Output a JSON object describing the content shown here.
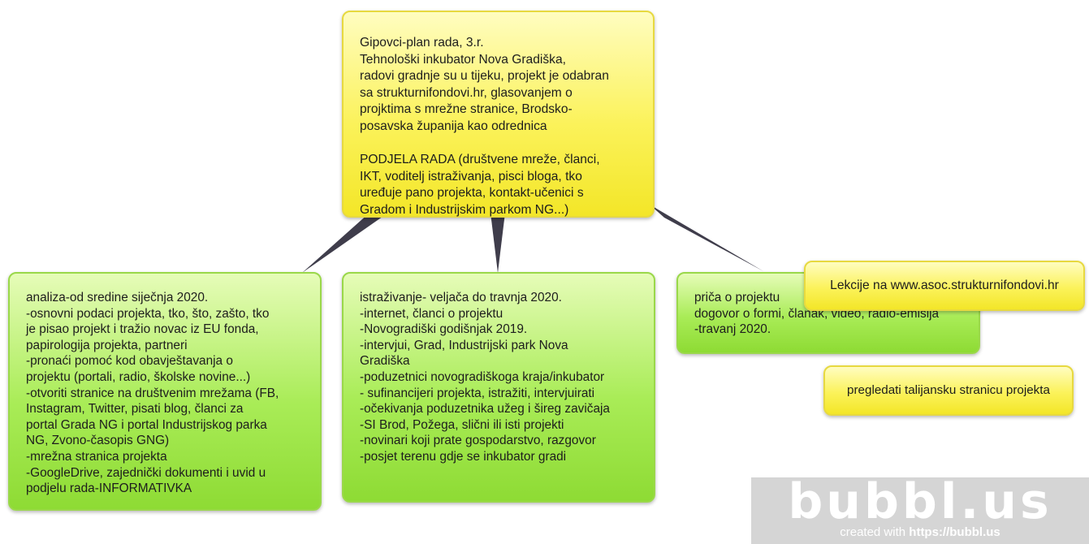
{
  "mindmap": {
    "central": "Gipovci-plan rada, 3.r.\nTehnološki inkubator Nova Gradiška,\nradovi gradnje su u tijeku, projekt je odabran\nsa strukturnifondovi.hr, glasovanjem o\nprojktima s mrežne stranice, Brodsko-\nposavska županija kao odrednica\n\nPODJELA RADA (društvene mreže, članci,\nIKT, voditelj istraživanja, pisci bloga, tko\nuređuje pano projekta, kontakt-učenici s\nGradom i Industrijskim parkom NG...)",
    "branches": [
      {
        "text": "analiza-od sredine siječnja 2020.\n-osnovni podaci projekta, tko, što, zašto, tko\nje pisao projekt i tražio novac iz EU fonda,\npapirologija projekta, partneri\n-pronaći pomoć kod obavještavanja o\nprojektu (portali, radio, školske novine...)\n-otvoriti stranice na društvenim mrežama (FB,\nInstagram, Twitter, pisati blog, članci za\nportal Grada NG i portal Industrijskog parka\nNG, Zvono-časopis GNG)\n-mrežna stranica projekta\n-GoogleDrive, zajednički dokumenti i uvid u\npodjelu rada-INFORMATIVKA"
      },
      {
        "text": "istraživanje- veljača do travnja 2020.\n-internet, članci o projektu\n-Novogradiški godišnjak 2019.\n-intervjui, Grad, Industrijski park Nova\nGradiška\n-poduzetnici novogradiškoga kraja/inkubator\n- sufinancijeri projekta, istražiti, intervjuirati\n-očekivanja poduzetnika užeg i šireg zavičaja\n-SI Brod, Požega, slični ili isti projekti\n-novinari koji prate gospodarstvo, razgovor\n-posjet terenu gdje se inkubator gradi"
      },
      {
        "text": "priča o projektu\ndogovor o formi, članak, video, radio-emisija\n-travanj 2020."
      }
    ],
    "notes": [
      {
        "text": "Lekcije na www.asoc.strukturnifondovi.hr"
      },
      {
        "text": "pregledati talijansku stranicu projekta"
      }
    ]
  },
  "watermark": {
    "logo": "bubbl.us",
    "created_with": "created with ",
    "url": "https://bubbl.us"
  },
  "colors": {
    "connector": "#3f3d4b",
    "yellow_bubble": "#f7ee3a",
    "green_bubble": "#a3e84f",
    "watermark_bg": "#d5d5d5"
  }
}
